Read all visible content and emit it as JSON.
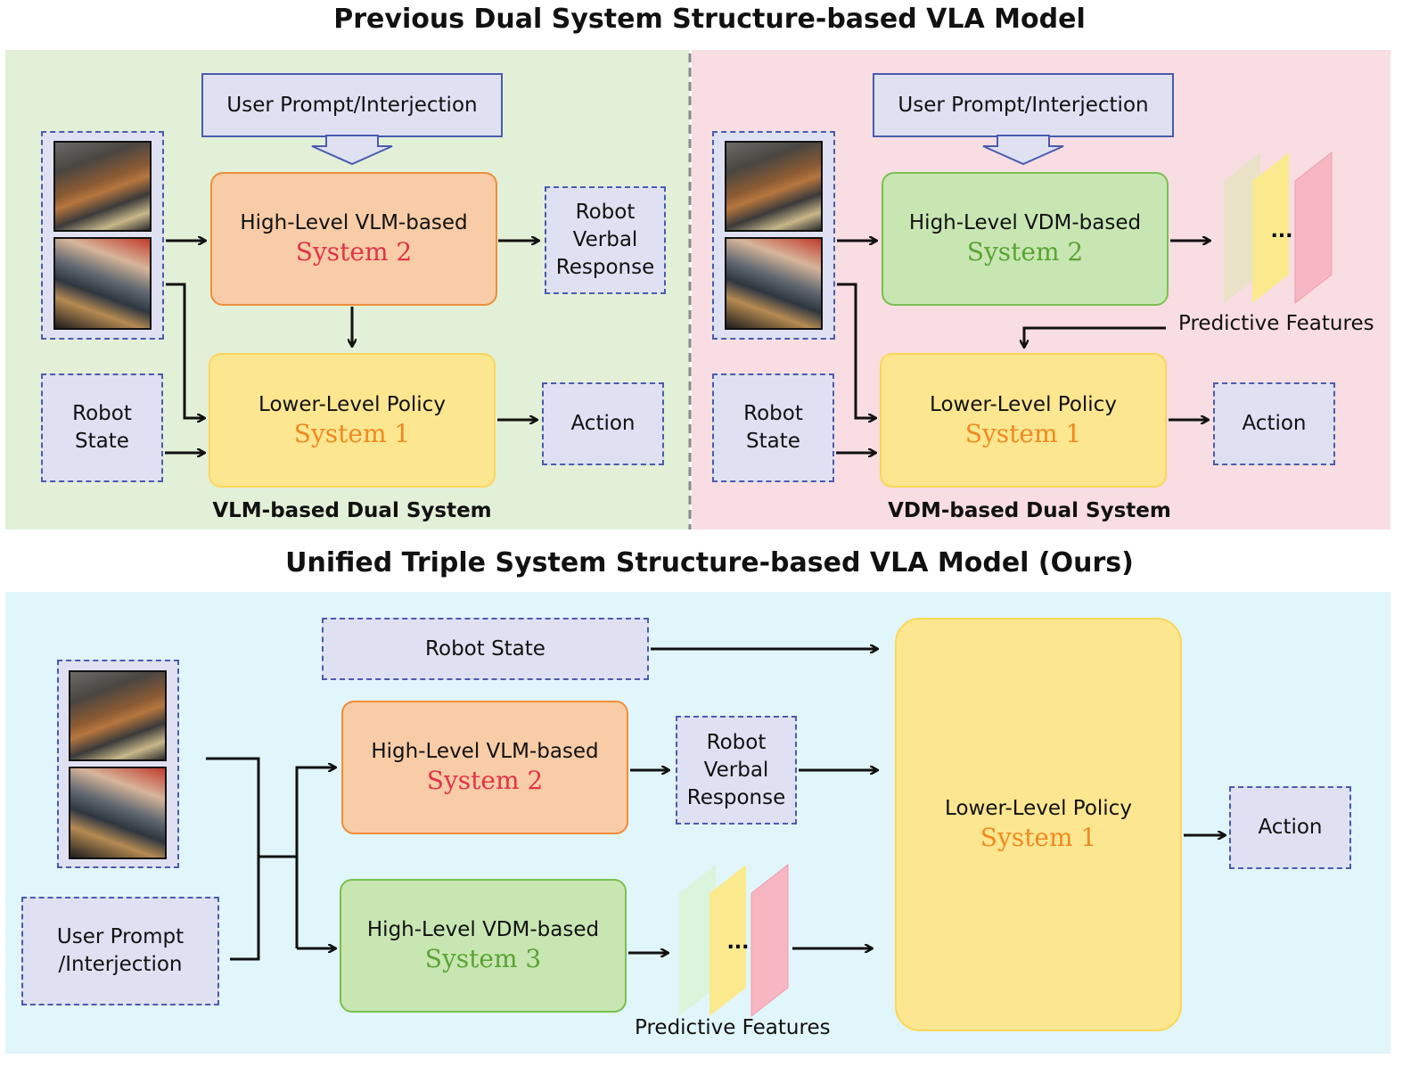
{
  "titles": {
    "previous": "Previous Dual System Structure-based VLA Model",
    "unified": "Unified Triple System Structure-based VLA Model (Ours)"
  },
  "vlm_dual": {
    "prompt": "User Prompt/Interjection",
    "high_level": {
      "line1": "High-Level VLM-based",
      "line2": "System 2"
    },
    "verbal": [
      "Robot",
      "Verbal",
      "Response"
    ],
    "lower": {
      "line1": "Lower-Level Policy",
      "line2": "System 1"
    },
    "state": [
      "Robot",
      "State"
    ],
    "action": "Action",
    "caption": "VLM-based Dual System"
  },
  "vdm_dual": {
    "prompt": "User Prompt/Interjection",
    "high_level": {
      "line1": "High-Level VDM-based",
      "line2": "System 2"
    },
    "dots": "...",
    "predictive": "Predictive Features",
    "lower": {
      "line1": "Lower-Level Policy",
      "line2": "System 1"
    },
    "state": [
      "Robot",
      "State"
    ],
    "action": "Action",
    "caption": "VDM-based Dual System"
  },
  "triple": {
    "state": "Robot State",
    "vlm": {
      "line1": "High-Level VLM-based",
      "line2": "System 2"
    },
    "verbal": [
      "Robot",
      "Verbal",
      "Response"
    ],
    "vdm": {
      "line1": "High-Level VDM-based",
      "line2": "System 3"
    },
    "dots": "...",
    "predictive": "Predictive Features",
    "lower": {
      "line1": "Lower-Level Policy",
      "line2": "System 1"
    },
    "action": "Action",
    "prompt": [
      "User Prompt",
      "/Interjection"
    ]
  },
  "colors": {
    "green_bg": "#e3f0d8",
    "pink_bg": "#f8dde2",
    "cyan_bg": "#e1f6fb",
    "orange_fill": "#f8cca6",
    "yellow_fill": "#fde690",
    "green_fill": "#c8e6b2",
    "dashed_fill": "#dfe1f2"
  }
}
